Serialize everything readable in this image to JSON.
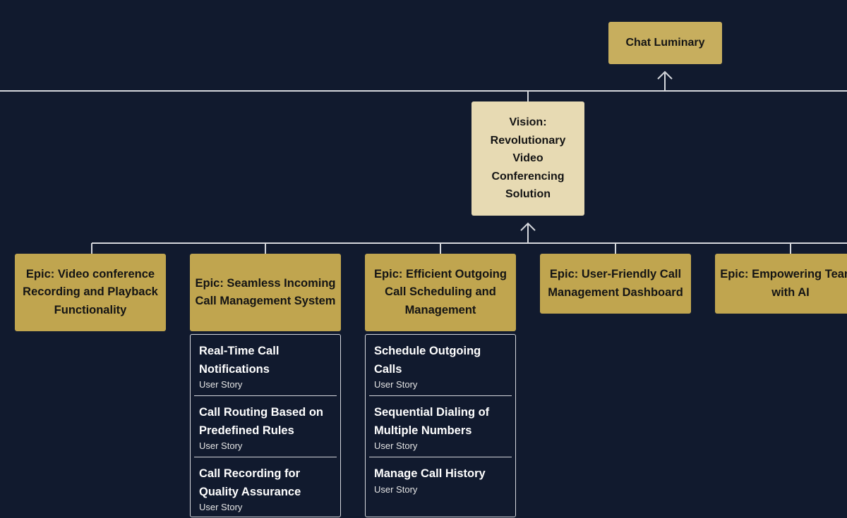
{
  "root": {
    "title": "Chat Luminary"
  },
  "vision": {
    "title": "Vision: Revolutionary Video Conferencing Solution"
  },
  "epics": [
    {
      "title": "Epic: Video conference Recording and Playback Functionality"
    },
    {
      "title": "Epic: Seamless Incoming Call Management System"
    },
    {
      "title": "Epic: Efficient Outgoing Call Scheduling and Management"
    },
    {
      "title": "Epic: User-Friendly Call Management Dashboard"
    },
    {
      "title": "Epic: Empowering Teams with AI"
    }
  ],
  "stories": {
    "incoming": [
      {
        "title": "Real-Time Call Notifications",
        "type": "User Story"
      },
      {
        "title": "Call Routing Based on Predefined Rules",
        "type": "User Story"
      },
      {
        "title": "Call Recording for Quality Assurance",
        "type": "User Story"
      }
    ],
    "outgoing": [
      {
        "title": "Schedule Outgoing Calls",
        "type": "User Story"
      },
      {
        "title": "Sequential Dialing of Multiple Numbers",
        "type": "User Story"
      },
      {
        "title": "Manage Call History",
        "type": "User Story"
      }
    ]
  },
  "colors": {
    "background": "#111a2e",
    "root": "#c7ae5e",
    "vision": "#e7dab3",
    "epic": "#c0a54f",
    "connector": "#d5d7dc"
  }
}
